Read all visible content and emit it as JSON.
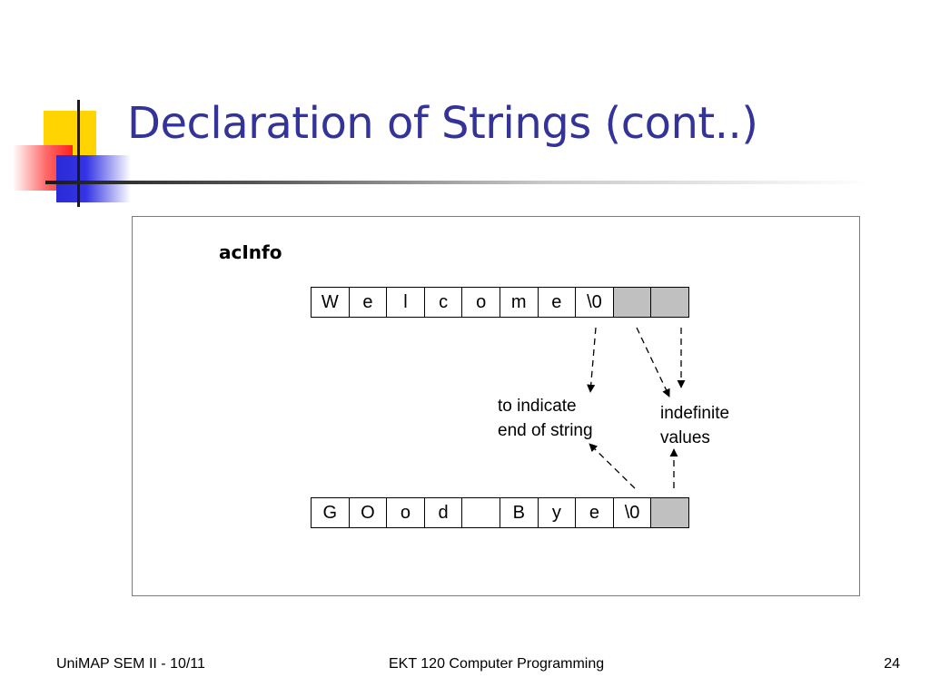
{
  "slide": {
    "title": "Declaration of Strings (cont..)",
    "page_number": "24"
  },
  "diagram": {
    "array_label": "acInfo",
    "row1": [
      {
        "char": "W",
        "filler": false
      },
      {
        "char": "e",
        "filler": false
      },
      {
        "char": "l",
        "filler": false
      },
      {
        "char": "c",
        "filler": false
      },
      {
        "char": "o",
        "filler": false
      },
      {
        "char": "m",
        "filler": false
      },
      {
        "char": "e",
        "filler": false
      },
      {
        "char": "\\0",
        "filler": false
      },
      {
        "char": "",
        "filler": true
      },
      {
        "char": "",
        "filler": true
      }
    ],
    "row2": [
      {
        "char": "G",
        "filler": false
      },
      {
        "char": "O",
        "filler": false
      },
      {
        "char": "o",
        "filler": false
      },
      {
        "char": "d",
        "filler": false
      },
      {
        "char": "",
        "filler": false
      },
      {
        "char": "B",
        "filler": false
      },
      {
        "char": "y",
        "filler": false
      },
      {
        "char": "e",
        "filler": false
      },
      {
        "char": "\\0",
        "filler": false
      },
      {
        "char": "",
        "filler": true
      }
    ],
    "annotation_end": "to indicate\nend of string",
    "annotation_indefinite": "indefinite\nvalues"
  },
  "footer": {
    "left": "UniMAP SEM II - 10/11",
    "center": "EKT 120 Computer Programming",
    "right": "24"
  },
  "colors": {
    "title": "#333399",
    "filler_cell": "#c0c0c0",
    "deco_yellow": "#ffd400",
    "deco_red": "#ff2020",
    "deco_blue": "#2a2ad6"
  }
}
